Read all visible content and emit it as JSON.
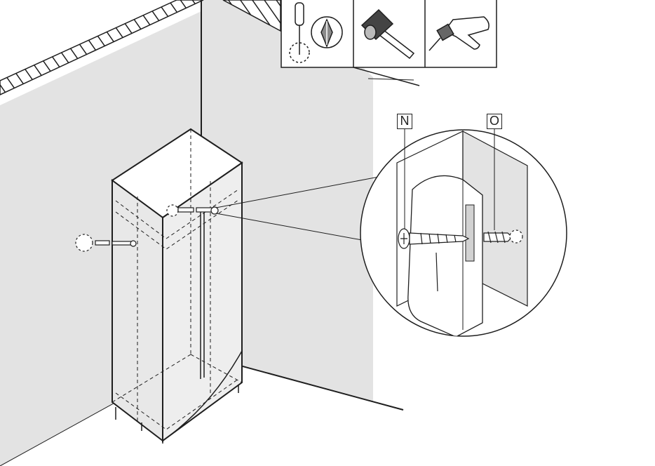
{
  "instruction_step": {
    "part_labels": {
      "screw": "N",
      "wall_plug": "O"
    },
    "tools": [
      {
        "name": "phillips-screwdriver",
        "icon": "screwdriver-icon"
      },
      {
        "name": "hammer",
        "icon": "hammer-icon"
      },
      {
        "name": "power-drill",
        "icon": "drill-icon"
      }
    ],
    "colors": {
      "wall": "#e3e3e3",
      "line": "#1e1e1e",
      "background": "#ffffff"
    }
  }
}
